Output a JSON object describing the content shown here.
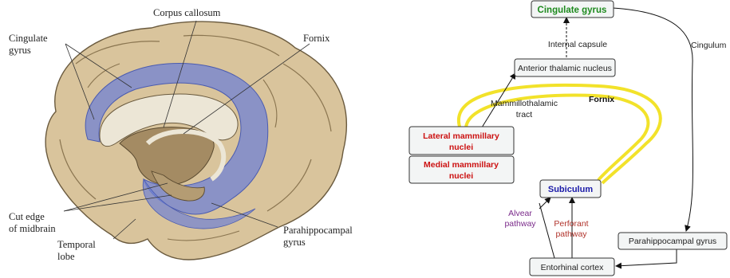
{
  "left_panel": {
    "labels": {
      "corpus_callosum": "Corpus callosum",
      "cingulate_1": "Cingulate",
      "cingulate_2": "gyrus",
      "fornix": "Fornix",
      "cut_edge_1": "Cut edge",
      "cut_edge_2": "of midbrain",
      "temporal_1": "Temporal",
      "temporal_2": "lobe",
      "parahippo_1": "Parahippocampal",
      "parahippo_2": "gyrus"
    }
  },
  "right_panel": {
    "nodes": {
      "cingulate_gyrus": "Cingulate gyrus",
      "anterior_thalamic": "Anterior thalamic nucleus",
      "lateral_mammillary_1": "Lateral mammillary",
      "lateral_mammillary_2": "nuclei",
      "medial_mammillary_1": "Medial mammillary",
      "medial_mammillary_2": "nuclei",
      "subiculum": "Subiculum",
      "entorhinal": "Entorhinal cortex",
      "parahippocampal": "Parahippocampal gyrus"
    },
    "edge_labels": {
      "internal_capsule": "Internal capsule",
      "fornix": "Fornix",
      "mammillothalamic_1": "Mammillothalamic",
      "mammillothalamic_2": "tract",
      "cingulum": "Cingulum",
      "alvear_1": "Alvear",
      "alvear_2": "pathway",
      "perforant_1": "Perforant",
      "perforant_2": "pathway"
    },
    "colors": {
      "fornix_tract": "#f2e22a",
      "cingulate_text": "#1e8a1e",
      "mammillary_text": "#cc1111",
      "subiculum_text": "#1a1aa8"
    }
  }
}
